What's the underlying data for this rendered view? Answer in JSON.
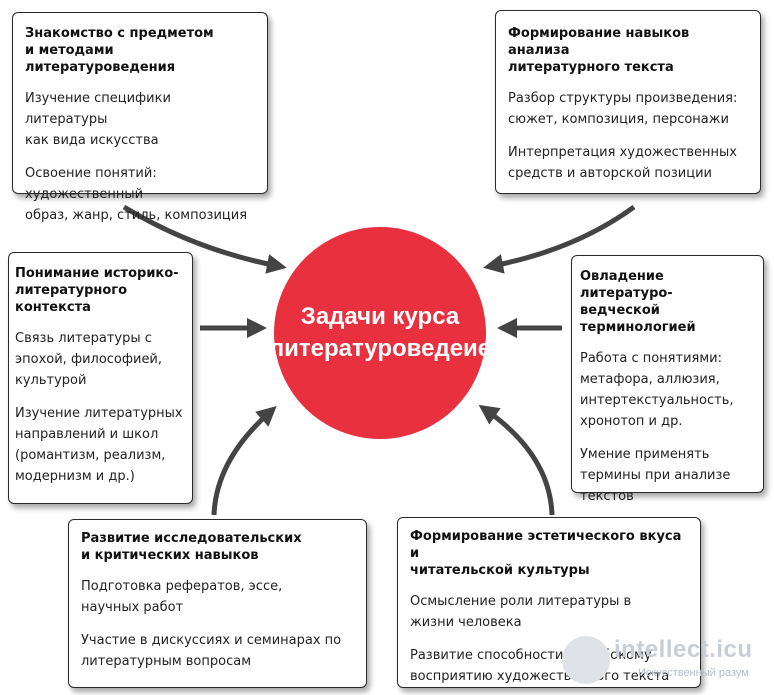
{
  "center": {
    "title": "Задачи курса\nлитературоведеие"
  },
  "boxes": {
    "top_left": {
      "title": "Знакомство с предметом\n и методами литературоведения",
      "items": [
        "Изучение специфики литературы\nкак вида искусства",
        "Освоение понятий: художественный\nобраз, жанр, стиль, композиция"
      ]
    },
    "top_right": {
      "title": "Формирование навыков анализа\nлитературного текста",
      "items": [
        "Разбор структуры произведения:\nсюжет, композиция, персонажи",
        "Интерпретация художественных\nсредств и авторской позиции"
      ]
    },
    "mid_left": {
      "title": "Понимание историко-\nлитературного контекста",
      "items": [
        "Связь литературы с\nэпохой, философией,\nкультурой",
        "Изучение литературных\nнаправлений и школ\n(романтизм, реализм,\n модернизм и др.)"
      ]
    },
    "mid_right": {
      "title": "Овладение литературо-\nведческой терминологией",
      "items": [
        "Работа с понятиями:\nметафора, аллюзия,\nинтертекстуальность,\nхронотоп и др.",
        "Умение применять\nтермины при анализе\nтекстов"
      ]
    },
    "bottom_left": {
      "title": "Развитие исследовательских\nи критических навыков",
      "items": [
        "Подготовка рефератов, эссе,\n научных работ",
        "Участие в дискуссиях и семинарах по\nлитературным вопросам"
      ]
    },
    "bottom_right": {
      "title": "Формирование эстетического вкуса и\nчитательской культуры",
      "items": [
        "Осмысление роли литературы в\nжизни человека",
        "Развитие способности к глубокому\nвосприятию художественного текста"
      ]
    }
  },
  "watermark": {
    "title": "intellect.icu",
    "subtitle": "Искусственный разум"
  },
  "colors": {
    "circle": "#e8303e",
    "arrow": "#444444",
    "border": "#2a2a2a"
  }
}
